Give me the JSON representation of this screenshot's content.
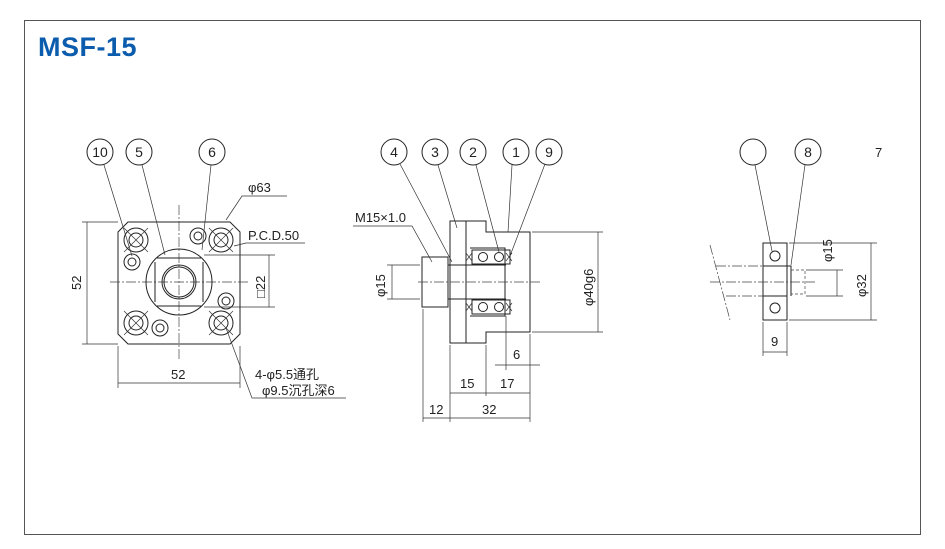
{
  "title": "MSF-15",
  "front_view": {
    "balloons": [
      "10",
      "5",
      "6"
    ],
    "dim_height": "52",
    "dim_width": "52",
    "dim_flange_dia": "φ63",
    "dim_pcd": "P.C.D.50",
    "dim_square": "□22",
    "hole_note_line1": "4-φ5.5通孔",
    "hole_note_line2": "φ9.5沉孔深6"
  },
  "side_view": {
    "balloons": [
      "4",
      "3",
      "2",
      "1",
      "9"
    ],
    "thread": "M15×1.0",
    "dim_shaft_dia": "φ15",
    "dim_housing_dia": "φ40g6",
    "dim_6": "6",
    "dim_15": "15",
    "dim_17": "17",
    "dim_12": "12",
    "dim_32": "32"
  },
  "support_view": {
    "balloons": [
      "",
      "8"
    ],
    "label_7": "7",
    "dim_inner": "φ15",
    "dim_outer": "φ32",
    "dim_width": "9"
  }
}
